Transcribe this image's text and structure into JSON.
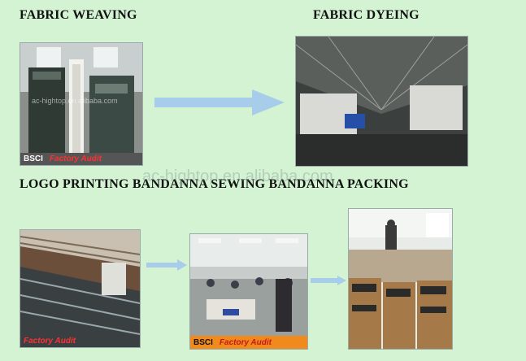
{
  "headings": {
    "weaving": "FABRIC WEAVING",
    "dyeing": "FABRIC DYEING",
    "row2": "LOGO PRINTING BANDANNA SEWING BANDANNA PACKING"
  },
  "watermark": "ac-hightop.en.alibaba.com",
  "photo_watermark": "ac-hightop.en.alibaba.com",
  "certs": {
    "bsci": "BSCI",
    "audit": "Factory Audit"
  },
  "colors": {
    "background": "#d3f3d3",
    "arrow": "#a8cdea",
    "cert_strip": "#f08a1c"
  }
}
